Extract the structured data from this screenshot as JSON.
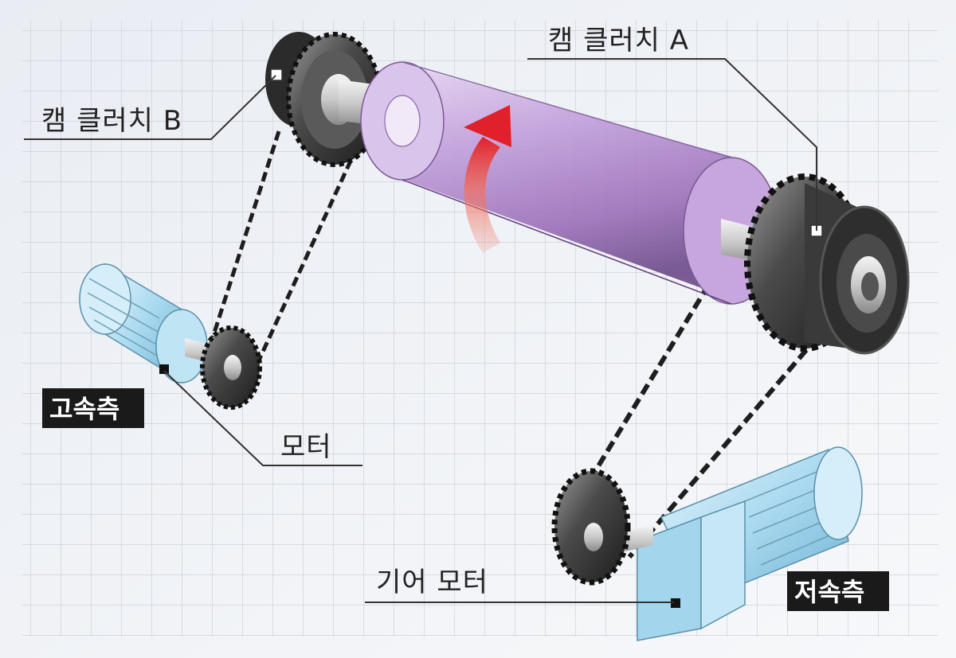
{
  "labels": {
    "cam_clutch_a": "캠 클러치 A",
    "cam_clutch_b": "캠 클러치 B",
    "motor": "모터",
    "gear_motor": "기어 모터",
    "high_speed_side": "고속측",
    "low_speed_side": "저속측"
  },
  "colors": {
    "drum": "#b98fd1",
    "motor_body": "#a9d9ef",
    "arrow": "#e0202a",
    "dark_metal": "#3a3a3a",
    "leader_line": "#333333",
    "tag_background": "#1a1a1a"
  }
}
